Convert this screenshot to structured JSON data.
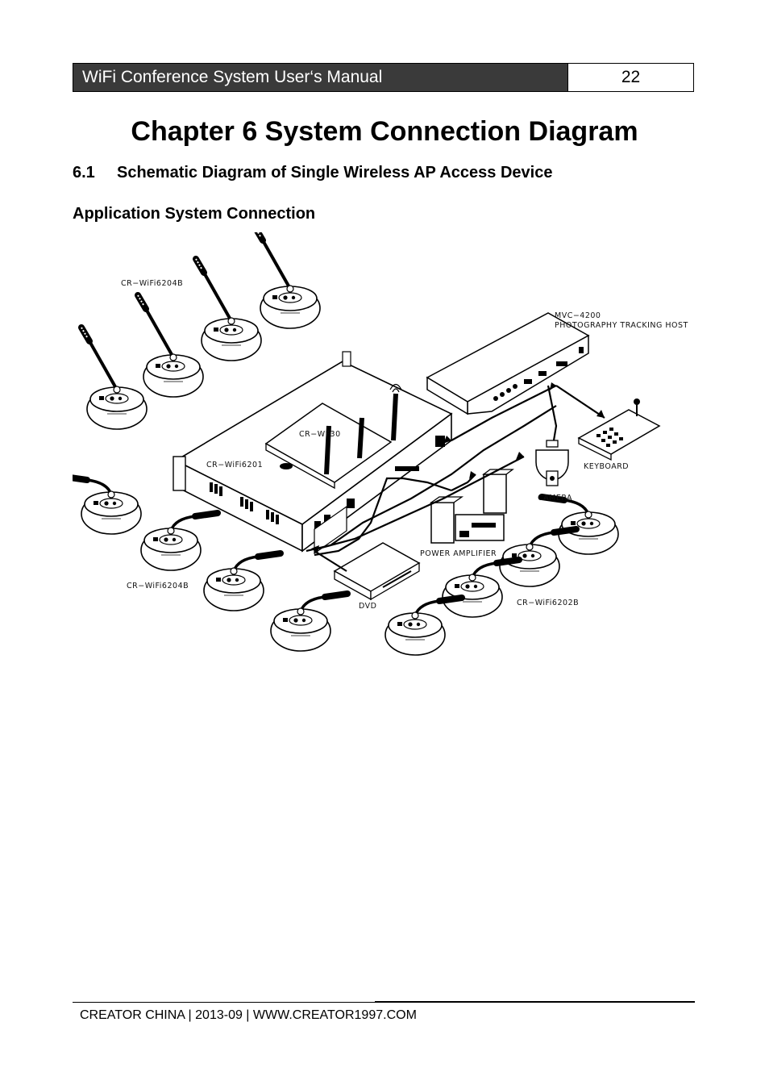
{
  "header": {
    "title": "WiFi Conference System User‘s Manual",
    "page": "22"
  },
  "chapter_title": "Chapter 6 System Connection Diagram",
  "section": {
    "number": "6.1",
    "title": "Schematic Diagram of Single Wireless AP Access Device"
  },
  "subsection_title": "Application System Connection",
  "diagram": {
    "labels": {
      "mic_top": "CR−WiFi6204B",
      "tracking_model": "MVC−4200",
      "tracking_name": "PHOTOGRAPHY TRACKING HOST",
      "ap": "CR−WF30",
      "host": "CR−WiFi6201",
      "keyboard": "KEYBOARD",
      "camera": "CAMERA",
      "amplifier": "POWER AMPLIFIER",
      "mic_left": "CR−WiFi6204B",
      "dvd": "DVD",
      "mic_right": "CR−WiFi6202B"
    }
  },
  "footer": {
    "text": "CREATOR CHINA | 2013-09 | WWW.CREATOR1997.COM"
  }
}
